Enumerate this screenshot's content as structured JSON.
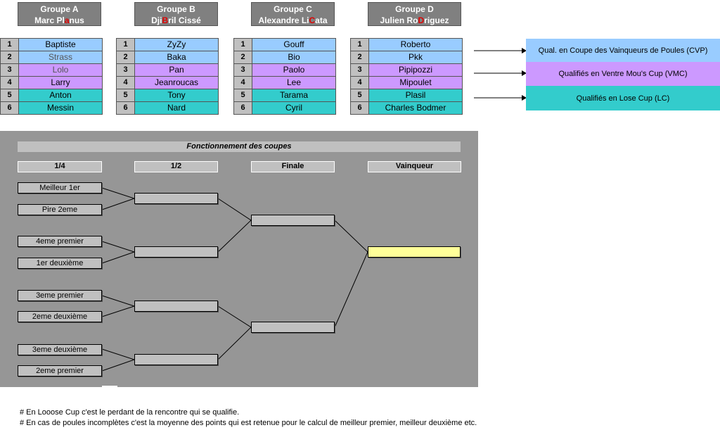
{
  "groups": [
    {
      "label": "Groupe A",
      "leader_parts": [
        "Marc Pl",
        "a",
        "nus"
      ],
      "players": [
        "Baptiste",
        "Strass",
        "Lolo",
        "Larry",
        "Anton",
        "Messin"
      ]
    },
    {
      "label": "Groupe B",
      "leader_parts": [
        "Dji",
        "B",
        "ril Cissé"
      ],
      "players": [
        "ZyZy",
        "Baka",
        "Pan",
        "Jeanroucas",
        "Tony",
        "Nard"
      ]
    },
    {
      "label": "Groupe C",
      "leader_parts": [
        "Alexandre Li",
        "C",
        "ata"
      ],
      "players": [
        "Gouff",
        "Bio",
        "Paolo",
        "Lee",
        "Tarama",
        "Cyril"
      ]
    },
    {
      "label": "Groupe D",
      "leader_parts": [
        "Julien Ro",
        "D",
        "riguez"
      ],
      "players": [
        "Roberto",
        "Pkk",
        "Pipipozzi",
        "Mipoulet",
        "Plasil",
        "Charles Bodmer"
      ]
    }
  ],
  "ranks": [
    "1",
    "2",
    "3",
    "4",
    "5",
    "6"
  ],
  "colors": {
    "cvp": "#99ccff",
    "vmc": "#cc99ff",
    "lc": "#33cccc",
    "panel": "#969696",
    "winner": "#ffff99",
    "highlight": "#e00000"
  },
  "legend": {
    "cvp": "Qual. en Coupe des Vainqueurs de Poules (CVP)",
    "vmc": "Qualifiés en Ventre Mou's Cup (VMC)",
    "lc": "Qualifiés en Lose Cup (LC)"
  },
  "bracket": {
    "title": "Fonctionnement des coupes",
    "rounds": [
      "1/4",
      "1/2",
      "Finale",
      "Vainqueur"
    ],
    "quarter_slots": [
      "Meilleur 1er",
      "Pire 2eme",
      "4eme premier",
      "1er deuxième",
      "3eme premier",
      "2eme deuxième",
      "3eme deuxième",
      "2eme premier"
    ]
  },
  "notes": [
    "# En Looose Cup c'est le perdant de la rencontre qui se qualifie.",
    "# En cas de poules incomplètes c'est la moyenne des points qui est retenue pour le calcul de meilleur premier, meilleur deuxième etc."
  ]
}
